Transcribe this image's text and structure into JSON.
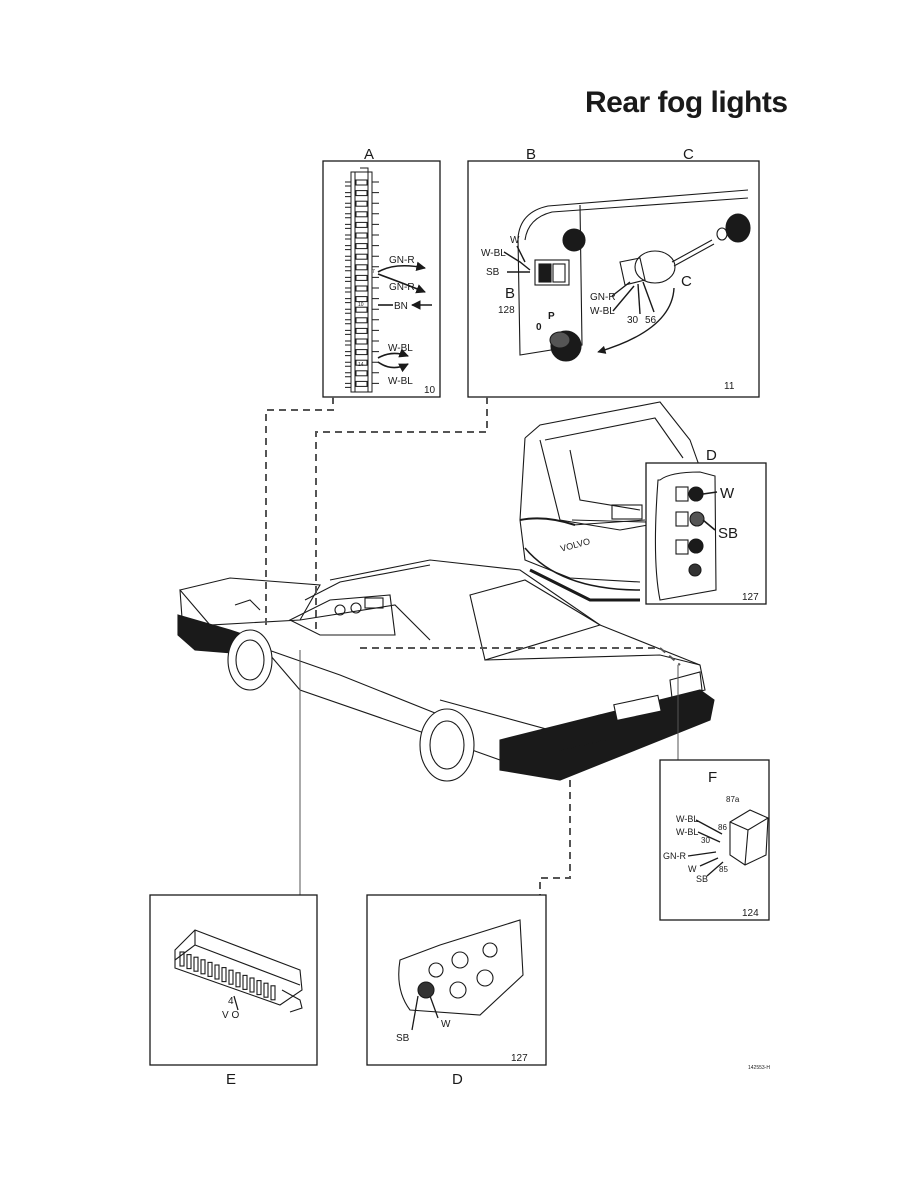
{
  "title": "Rear fog lights",
  "panels": {
    "A": {
      "letter": "A",
      "number": "10",
      "wires": [
        "GN-R",
        "GN-R",
        "BN",
        "W-BL",
        "W-BL"
      ],
      "terminals": [
        "7",
        "10",
        "14"
      ]
    },
    "BC": {
      "letter_b": "B",
      "letter_c": "C",
      "number": "11",
      "wires": [
        "W",
        "W-BL",
        "SB",
        "GN-R",
        "W-BL"
      ],
      "terminals": [
        "30",
        "56"
      ],
      "b_callout": "B",
      "b_ref": "128",
      "c_callout": "C",
      "switch_positions": [
        "P",
        "0"
      ]
    },
    "D_upper": {
      "letter": "D",
      "number": "127",
      "wires": [
        "W",
        "SB"
      ]
    },
    "F": {
      "letter": "F",
      "number": "124",
      "wires": [
        "W-BL",
        "W-BL",
        "GN-R",
        "W",
        "SB"
      ],
      "terminals": [
        "87a",
        "86",
        "30",
        "85"
      ]
    },
    "E": {
      "letter": "E",
      "wires": [
        "V O"
      ],
      "terminals": [
        "4"
      ]
    },
    "D_lower": {
      "letter": "D",
      "number": "127",
      "wires": [
        "SB",
        "W"
      ]
    }
  },
  "car_badge": "VOLVO",
  "figure_code": "142553-H"
}
